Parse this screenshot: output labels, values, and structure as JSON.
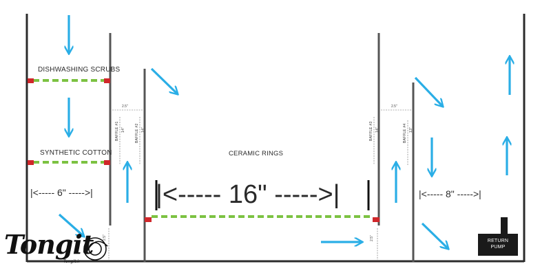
{
  "labels": {
    "dishwashing_scrubs": "DISHWASHING SCRUBS",
    "synthetic_cotton": "SYNTHETIC COTTON",
    "ceramic_rings": "CERAMIC RINGS",
    "return_pump_line1": "RETURN",
    "return_pump_line2": "PUMP"
  },
  "dimensions": {
    "chamber1_width": "|<----- 6\" ----->|",
    "chamber2_width": "|<----- 16\" ----->|",
    "chamber3_width": "|<----- 8\" ----->|",
    "gap_12": "2.5\"",
    "gap_34": "2.5\"",
    "gap_bottom_1": "2.5\"",
    "gap_bottom_3": "2.5\""
  },
  "baffles": [
    {
      "name": "BAFFLE #1",
      "height": "14\""
    },
    {
      "name": "BAFFLE #2",
      "height": "14\""
    },
    {
      "name": "BAFFLE #3",
      "height": "14\""
    },
    {
      "name": "BAFFLE #4",
      "height": "13\""
    }
  ],
  "logo": {
    "word": "Tongit",
    "sub": "Tongit.ir"
  },
  "colors": {
    "arrow": "#2aaee6",
    "media_line": "#7cc242",
    "clip": "#d0272b",
    "wall": "#2b2b2b"
  }
}
